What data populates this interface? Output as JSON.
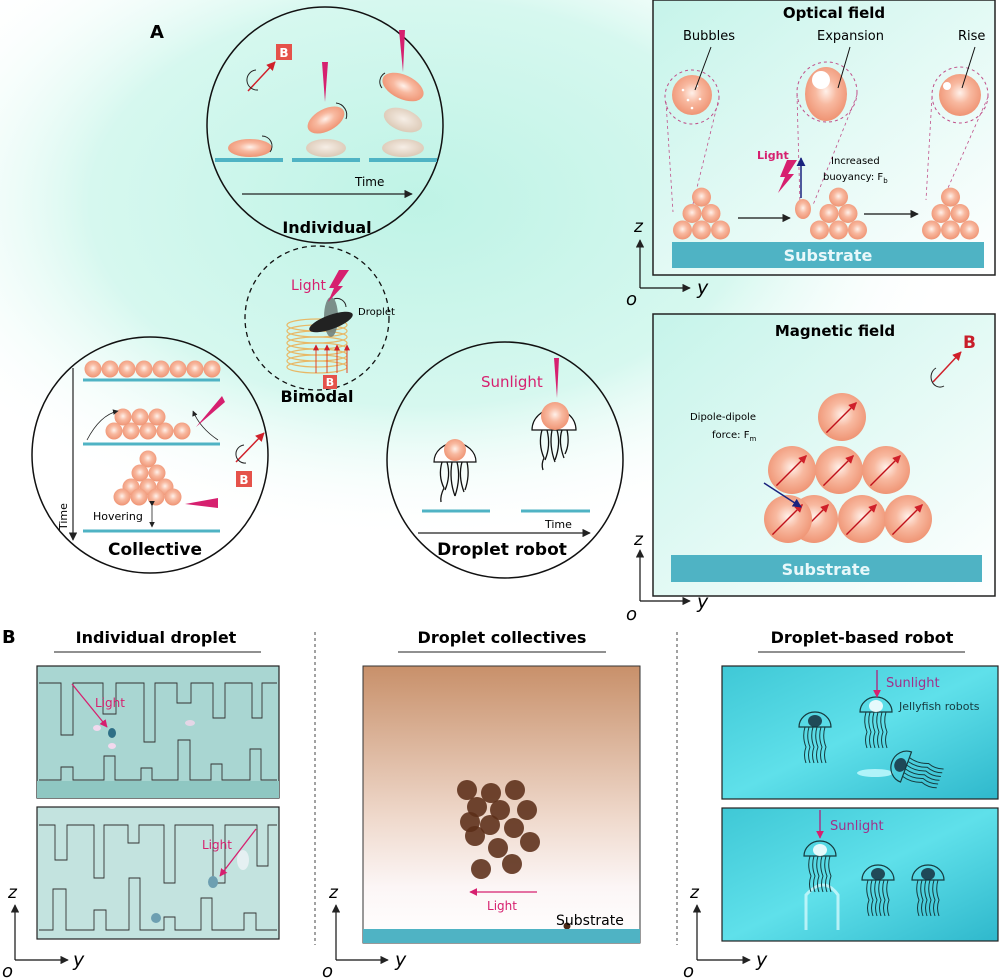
{
  "panel_a": {
    "label": "A",
    "individual": {
      "title": "Individual",
      "time": "Time",
      "b_badge": "B"
    },
    "bimodal": {
      "title": "Bimodal",
      "light": "Light",
      "droplet": "Droplet",
      "b_badge": "B"
    },
    "collective": {
      "title": "Collective",
      "time": "Time",
      "hovering": "Hovering",
      "b_badge": "B"
    },
    "droplet_robot": {
      "title": "Droplet robot",
      "sunlight": "Sunlight",
      "time": "Time"
    },
    "optical_field": {
      "title": "Optical field",
      "bubbles": "Bubbles",
      "expansion": "Expansion",
      "rise": "Rise",
      "light": "Light",
      "buoyancy_line1": "Increased",
      "buoyancy_line2": "buoyancy: F",
      "buoyancy_sub": "b",
      "substrate": "Substrate",
      "axis_z": "z",
      "axis_y": "y",
      "axis_o": "o"
    },
    "magnetic_field": {
      "title": "Magnetic field",
      "b_label": "B",
      "dipole_line1": "Dipole-dipole",
      "dipole_line2": "force: F",
      "dipole_sub": "m",
      "substrate": "Substrate",
      "axis_z": "z",
      "axis_y": "y",
      "axis_o": "o"
    }
  },
  "panel_b": {
    "label": "B",
    "individual_droplet": {
      "title": "Individual droplet",
      "light_top": "Light",
      "light_bottom": "Light",
      "axis_z": "z",
      "axis_y": "y",
      "axis_o": "o"
    },
    "droplet_collectives": {
      "title": "Droplet collectives",
      "light": "Light",
      "substrate": "Substrate",
      "axis_z": "z",
      "axis_y": "y",
      "axis_o": "o"
    },
    "droplet_based_robot": {
      "title": "Droplet-based robot",
      "sunlight_top": "Sunlight",
      "jellyfish": "Jellyfish robots",
      "sunlight_bottom": "Sunlight",
      "axis_z": "z",
      "axis_y": "y",
      "axis_o": "o"
    }
  },
  "colors": {
    "droplet": "#f4a58a",
    "substrate": "#4fb3c4",
    "light_magenta": "#d6206f",
    "b_red": "#d9463f",
    "background_glow": "#c9f5ec"
  }
}
